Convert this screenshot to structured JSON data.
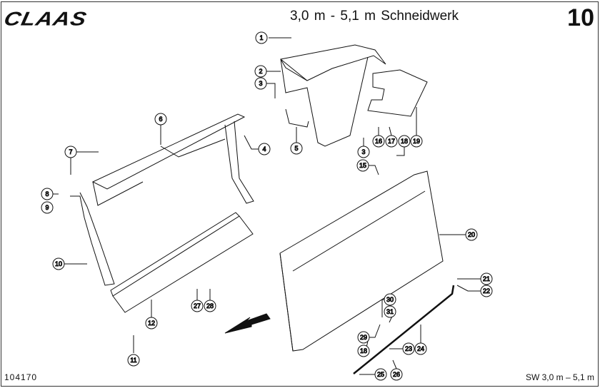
{
  "header": {
    "brand": "CLAAS",
    "title": "3,0 m  -  5,1 m  Schneidwerk",
    "page_number": "10"
  },
  "footer": {
    "document_number": "104170",
    "reference": "SW 3,0 m – 5,1 m"
  },
  "diagram": {
    "direction_arrow": "arrow-down-left-icon",
    "callouts": [
      "1",
      "2",
      "3",
      "3",
      "4",
      "5",
      "6",
      "7",
      "8",
      "9",
      "10",
      "11",
      "12",
      "15",
      "16",
      "17",
      "18",
      "18",
      "19",
      "20",
      "21",
      "22",
      "23",
      "24",
      "25",
      "26",
      "27",
      "28",
      "29",
      "30",
      "31"
    ]
  }
}
